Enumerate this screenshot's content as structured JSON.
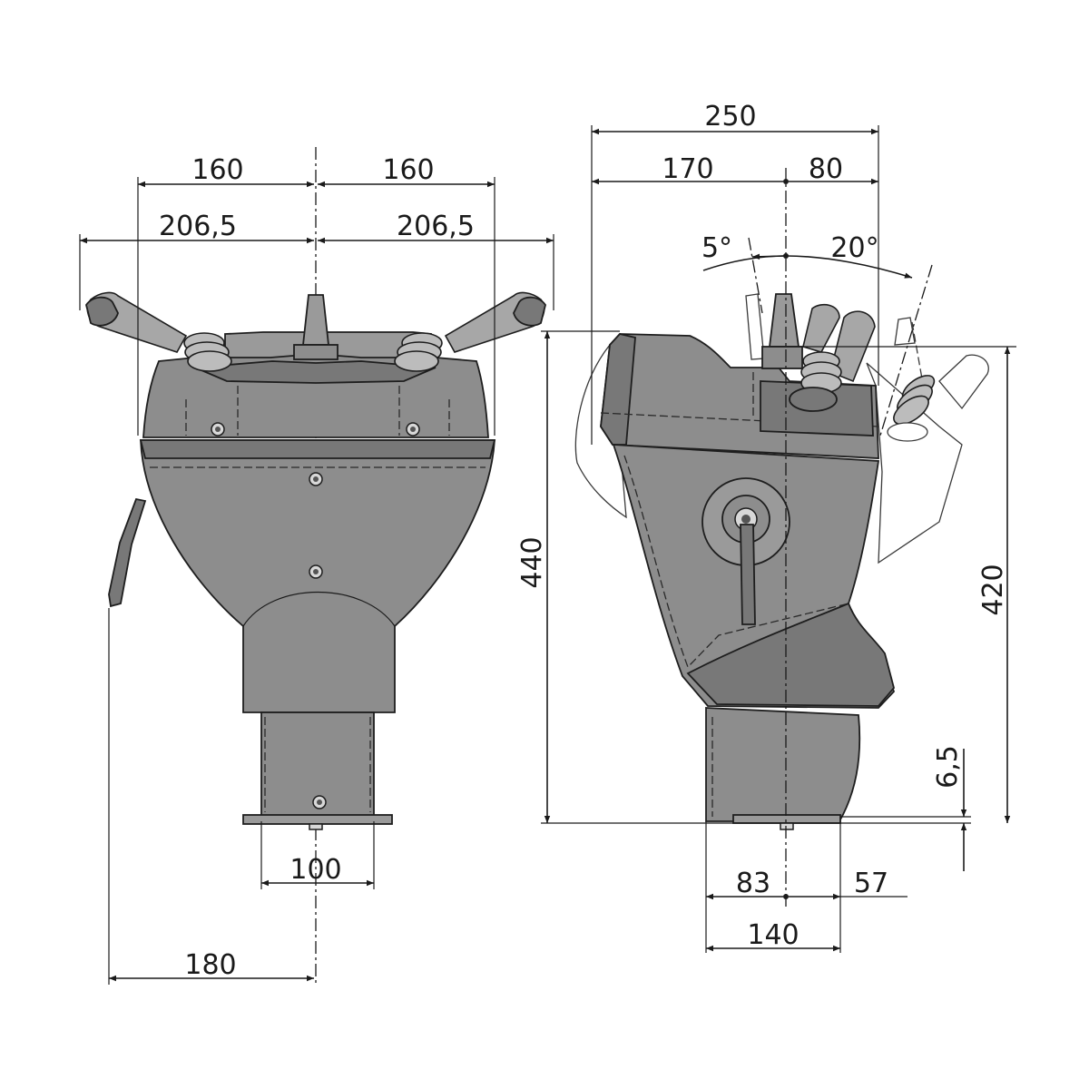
{
  "dimensions": {
    "front_view": {
      "left_grip_span": "160",
      "right_grip_span": "160",
      "left_overall": "206,5",
      "right_overall": "206,5",
      "base_width": "100",
      "lever_offset": "180"
    },
    "side_view": {
      "overall_depth": "250",
      "front_depth": "170",
      "rear_depth": "80",
      "tilt_back_angle": "5°",
      "tilt_forward_angle": "20°",
      "overall_height": "440",
      "console_height": "420",
      "base_step": "6,5",
      "base_front": "83",
      "base_rear": "57",
      "base_depth": "140"
    }
  }
}
